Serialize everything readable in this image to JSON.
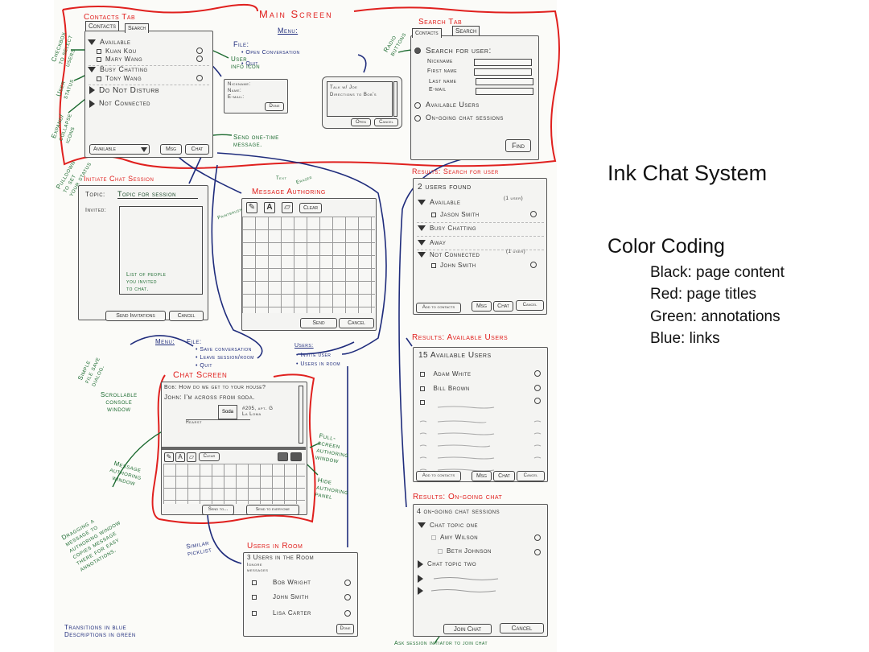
{
  "main_screen": {
    "title": "Main Screen",
    "contacts_tab": {
      "label": "Contacts Tab",
      "tabs": [
        "Contacts",
        "Search"
      ],
      "groups": [
        "Available",
        "Busy Chatting",
        "Do Not Disturb",
        "Not Connected"
      ],
      "users": [
        "Kuan Kou",
        "Mary Wang",
        "Tony Wang"
      ],
      "status_select": "Available",
      "msg": "Msg",
      "chat": "Chat"
    },
    "info_popup": {
      "nickname": "Nickname:",
      "name": "Name:",
      "email": "E-mail:",
      "done": "Done"
    },
    "menu": {
      "title": "Menu:",
      "file": "File:",
      "items": [
        "• Open Conversation",
        "• Quit"
      ]
    },
    "open_dialog": {
      "items": [
        "Talk w/ Joe",
        "Directions to Bob's"
      ],
      "open": "Open",
      "cancel": "Cancel"
    },
    "search_tab": {
      "label": "Search Tab",
      "tabs": [
        "Contacts",
        "Search"
      ],
      "search_user": "Search for user:",
      "fields": [
        "Nickname",
        "First name",
        "Last name",
        "E-mail"
      ],
      "available": "Available Users",
      "ongoing": "On-going chat sessions",
      "find": "Find"
    }
  },
  "initiate": {
    "label": "Initiate Chat Session",
    "topic_label": "Topic:",
    "topic": "Topic for session",
    "invited": "Invited:",
    "note": "List of people\nyou invited\nto chat.",
    "send": "Send Invitations",
    "cancel": "Cancel"
  },
  "authoring": {
    "label": "Message Authoring",
    "clear": "Clear",
    "send": "Send",
    "cancel": "Cancel"
  },
  "results_search": {
    "label": "Results: Search for user",
    "count": "2 users found",
    "available": "Available",
    "available_count": "(1 user)",
    "jason": "Jason Smith",
    "busy": "Busy Chatting",
    "away": "Away",
    "notconn": "Not Connected",
    "notconn_count": "(1 user)",
    "john": "John Smith",
    "buttons": [
      "Add to contacts",
      "Msg",
      "Chat",
      "Cancel"
    ]
  },
  "results_available": {
    "label": "Results: Available Users",
    "count": "15 Available Users",
    "users": [
      "Adam White",
      "Bill Brown"
    ],
    "buttons": [
      "Add to contacts",
      "Msg",
      "Chat",
      "Cancel"
    ]
  },
  "results_ongoing": {
    "label": "Results: On-going chat",
    "count": "4 on-going chat sessions",
    "topic1": "Chat topic one",
    "users": [
      "Amy Wilson",
      "Beth Johnson"
    ],
    "topic2": "Chat topic two",
    "join": "Join Chat",
    "cancel": "Cancel"
  },
  "chat_screen": {
    "label": "Chat Screen",
    "line1": "Bob: How do we get to your house?",
    "line2": "John: I'm across from soda.",
    "map_soda": "Soda",
    "map_addr": "#205, apt. G\nLa Loma",
    "map_street": "Hearst",
    "clear": "Clear",
    "send_to": "Send to...",
    "send_all": "Send to everyone",
    "menu": {
      "title": "Menu:",
      "file": "File:",
      "file_items": [
        "• Save conversation",
        "• Leave session/room",
        "• Quit"
      ],
      "users": "Users:",
      "users_items": [
        "• Invite user",
        "• Users in room"
      ]
    }
  },
  "users_room": {
    "label": "Users in Room",
    "count": "3 Users in the Room",
    "ignore": "Ignore\nmessages",
    "users": [
      "Bob Wright",
      "John Smith",
      "Lisa Carter"
    ],
    "done": "Done"
  },
  "annotations": {
    "checkbox": "Checkbox\nto select\nusers",
    "status": "User\nstatus",
    "expand": "Expand/\ncollapse\nicons",
    "pulldown": "Pulldown\nto set\nyour status",
    "info_icon": "User\ninfo icon",
    "one_time": "Send one-time\nmessage.",
    "radio": "Radio\nbuttons",
    "text": "Text",
    "eraser": "Eraser",
    "paintbrush": "Paintbrush",
    "file_save": "Simple\nfile save\ndialog.",
    "scroll": "Scrollable\nconsole\nwindow",
    "auth_window": "Message\nauthoring\nwindow",
    "dragging": "Dragging a\nmessage to\nauthoring window\ncopies message\nthere for easy\nannotations.",
    "fullscreen": "Full-\nscreen\nauthoring\nwindow",
    "hide": "Hide\nauthoring\npanel",
    "join": "Ask session initiator to join chat",
    "legend": "Transitions in blue\nDescriptions in green",
    "picklist": "Similar\npicklist"
  },
  "slide": {
    "title": "Ink Chat System",
    "subtitle": "Color Coding",
    "legend": [
      "Black: page content",
      "Red: page titles",
      "Green: annotations",
      "Blue: links"
    ]
  },
  "colors": {
    "red": "#e0201e",
    "green": "#1b6a2f",
    "blue": "#1f2c7c",
    "ink": "#333333"
  }
}
